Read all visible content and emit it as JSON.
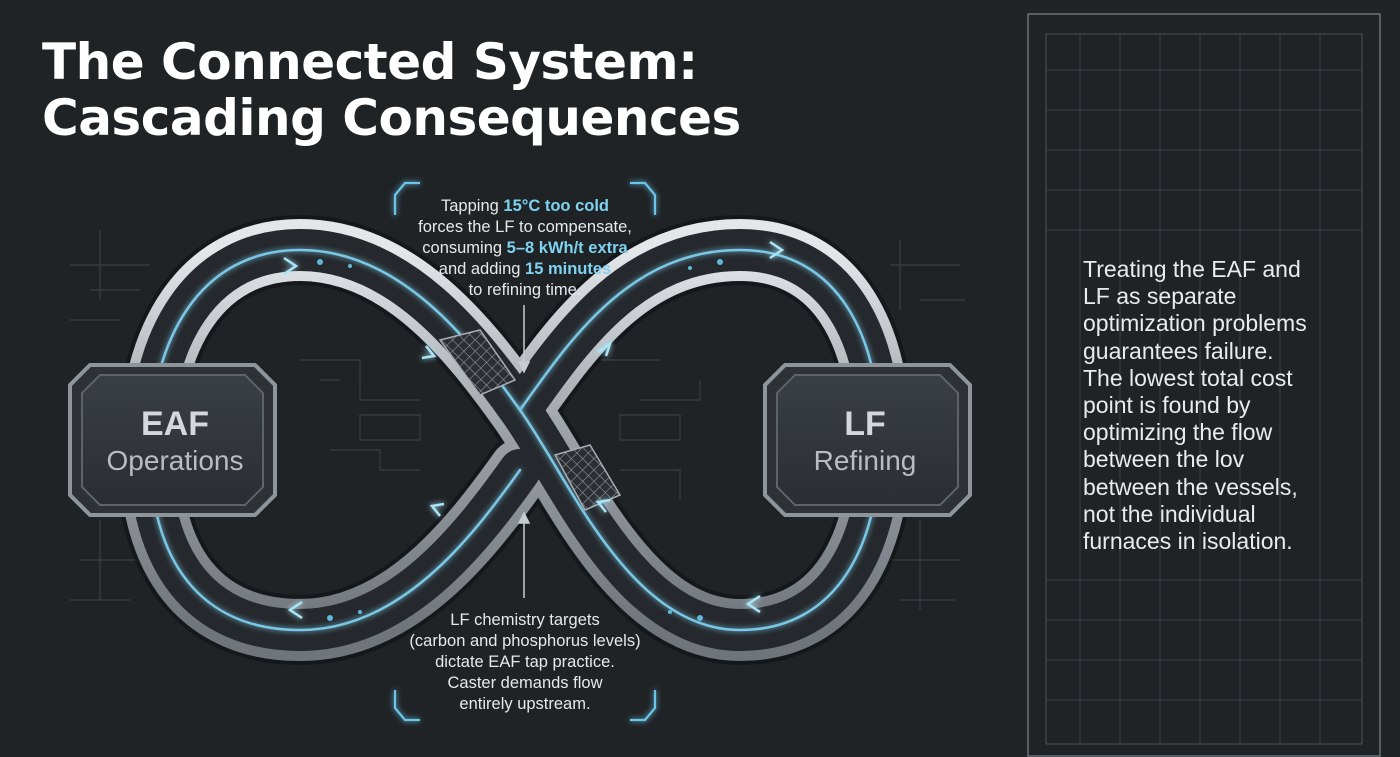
{
  "title": {
    "line1": "The Connected System:",
    "line2": "Cascading Consequences"
  },
  "nodes": {
    "eaf": {
      "title": "EAF",
      "subtitle": "Operations"
    },
    "lf": {
      "title": "LF",
      "subtitle": "Refining"
    }
  },
  "callout_top": {
    "line1_a": "Tapping ",
    "line1_hl": "15°C too cold",
    "line2": "forces the LF to compensate,",
    "line3_a": "consuming ",
    "line3_hl": "5–8 kWh/t extra",
    "line4_a": "and adding ",
    "line4_hl": "15 minutes",
    "line5": "to refining time."
  },
  "callout_bottom": {
    "line1": "LF chemistry targets",
    "line2": "(carbon and phosphorus levels)",
    "line3": "dictate EAF tap practice.",
    "line4": "Caster demands flow",
    "line5": "entirely upstream."
  },
  "side_panel": {
    "lines": [
      "Treating the EAF and",
      "LF as separate",
      "optimization problems",
      "guarantees failure.",
      "The lowest total cost",
      "point is found by",
      "optimizing the flow",
      "between the lov",
      "between the vessels,",
      "not the individual",
      "furnaces in isolation."
    ]
  },
  "colors": {
    "background": "#1f2326",
    "accent": "#7fd1f0",
    "metal": "#b9bec3"
  }
}
